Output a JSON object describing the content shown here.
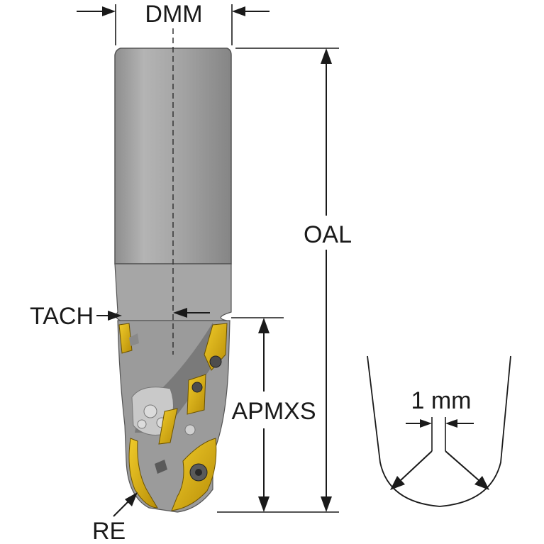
{
  "labels": {
    "dmm": "DMM",
    "oal": "OAL",
    "tach": "TACH",
    "apmxs": "APMXS",
    "re": "RE",
    "detail_width": "1 mm"
  },
  "colors": {
    "shank_fill": "#9d9d9d",
    "shank_highlight": "#b9b9b9",
    "body_dark": "#7d7d7d",
    "insert_yellow": "#d9b21a",
    "insert_dark": "#8a6a00",
    "line": "#1a1a1a"
  }
}
